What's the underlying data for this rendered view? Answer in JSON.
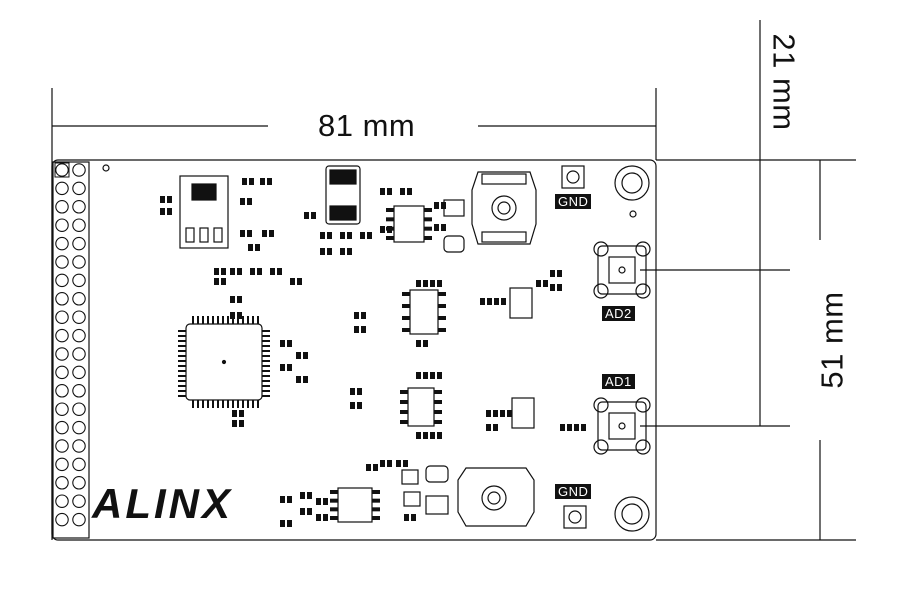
{
  "dimensions": {
    "width_label": "81 mm",
    "offset_label": "21 mm",
    "spacing_label": "51 mm"
  },
  "board": {
    "logo": "ALINX",
    "labels": {
      "gnd_top": "GND",
      "ad2": "AD2",
      "ad1": "AD1",
      "gnd_bottom": "GND"
    }
  },
  "colors": {
    "line": "#111111",
    "background": "#ffffff"
  }
}
